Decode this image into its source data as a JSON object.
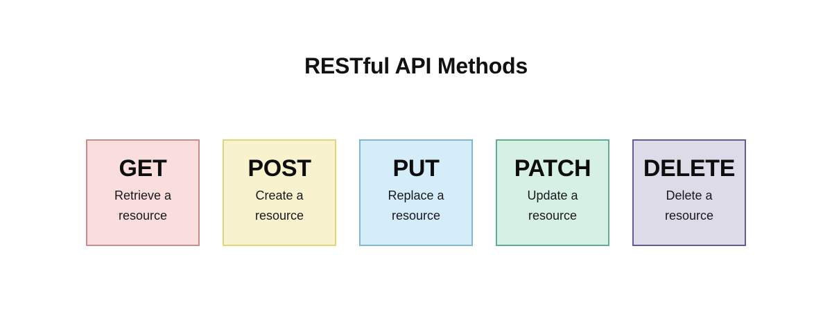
{
  "page": {
    "title": "RESTful API Methods",
    "background_color": "#ffffff",
    "title_color": "#111111"
  },
  "cards": [
    {
      "method": "GET",
      "description": "Retrieve a resource",
      "fill_color": "#fadedd",
      "border_color": "#c98d8d"
    },
    {
      "method": "POST",
      "description": "Create a resource",
      "fill_color": "#f8f2cf",
      "border_color": "#e0d678"
    },
    {
      "method": "PUT",
      "description": "Replace a resource",
      "fill_color": "#d5edf8",
      "border_color": "#7fb8cf"
    },
    {
      "method": "PATCH",
      "description": "Update a resource",
      "fill_color": "#d6f0e4",
      "border_color": "#5fae92"
    },
    {
      "method": "DELETE",
      "description": "Delete a resource",
      "fill_color": "#dedbe9",
      "border_color": "#615d93"
    }
  ]
}
